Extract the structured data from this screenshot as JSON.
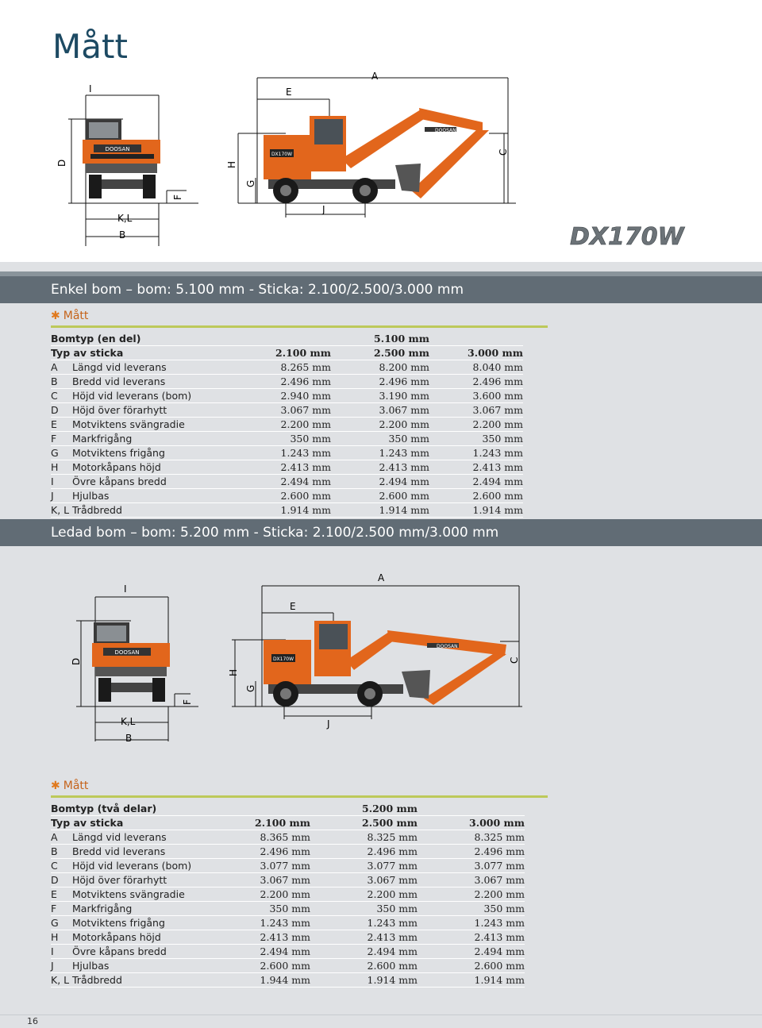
{
  "page_title": "Mått",
  "page_number": "16",
  "logo_text": "DX170W",
  "machine_brand": "DOOSAN",
  "machine_model": "DX170W",
  "diagram_labels": [
    "A",
    "B",
    "C",
    "D",
    "E",
    "F",
    "G",
    "H",
    "I",
    "J",
    "K,L"
  ],
  "section1": {
    "band_title": "Enkel bom – bom: 5.100 mm - Sticka: 2.100/2.500/3.000 mm",
    "subhead": "Mått",
    "boom_label": "Bomtyp (en del)",
    "boom_value": "5.100 mm",
    "arm_label": "Typ av sticka",
    "arm_values": [
      "2.100 mm",
      "2.500 mm",
      "3.000 mm"
    ],
    "rows": [
      {
        "letter": "A",
        "name": "Längd vid leverans",
        "values": [
          "8.265 mm",
          "8.200 mm",
          "8.040 mm"
        ]
      },
      {
        "letter": "B",
        "name": "Bredd vid leverans",
        "values": [
          "2.496 mm",
          "2.496 mm",
          "2.496 mm"
        ]
      },
      {
        "letter": "C",
        "name": "Höjd vid leverans (bom)",
        "values": [
          "2.940 mm",
          "3.190 mm",
          "3.600 mm"
        ]
      },
      {
        "letter": "D",
        "name": "Höjd över förarhytt",
        "values": [
          "3.067 mm",
          "3.067 mm",
          "3.067 mm"
        ]
      },
      {
        "letter": "E",
        "name": "Motviktens svängradie",
        "values": [
          "2.200 mm",
          "2.200 mm",
          "2.200 mm"
        ]
      },
      {
        "letter": "F",
        "name": "Markfrigång",
        "values": [
          "350 mm",
          "350 mm",
          "350 mm"
        ]
      },
      {
        "letter": "G",
        "name": "Motviktens frigång",
        "values": [
          "1.243 mm",
          "1.243 mm",
          "1.243 mm"
        ]
      },
      {
        "letter": "H",
        "name": "Motorkåpans höjd",
        "values": [
          "2.413 mm",
          "2.413 mm",
          "2.413 mm"
        ]
      },
      {
        "letter": "I",
        "name": "Övre kåpans bredd",
        "values": [
          "2.494 mm",
          "2.494 mm",
          "2.494 mm"
        ]
      },
      {
        "letter": "J",
        "name": "Hjulbas",
        "values": [
          "2.600 mm",
          "2.600 mm",
          "2.600 mm"
        ]
      },
      {
        "letter": "K, L",
        "name": "Trådbredd",
        "values": [
          "1.914 mm",
          "1.914 mm",
          "1.914 mm"
        ]
      }
    ]
  },
  "section2": {
    "band_title": "Ledad bom – bom: 5.200 mm - Sticka: 2.100/2.500 mm/3.000 mm",
    "subhead": "Mått",
    "boom_label": "Bomtyp (två delar)",
    "boom_value": "5.200 mm",
    "arm_label": "Typ av sticka",
    "arm_values": [
      "2.100 mm",
      "2.500 mm",
      "3.000 mm"
    ],
    "rows": [
      {
        "letter": "A",
        "name": "Längd vid leverans",
        "values": [
          "8.365 mm",
          "8.325 mm",
          "8.325 mm"
        ]
      },
      {
        "letter": "B",
        "name": "Bredd vid leverans",
        "values": [
          "2.496 mm",
          "2.496 mm",
          "2.496 mm"
        ]
      },
      {
        "letter": "C",
        "name": "Höjd vid leverans (bom)",
        "values": [
          "3.077 mm",
          "3.077 mm",
          "3.077 mm"
        ]
      },
      {
        "letter": "D",
        "name": "Höjd över förarhytt",
        "values": [
          "3.067 mm",
          "3.067 mm",
          "3.067 mm"
        ]
      },
      {
        "letter": "E",
        "name": "Motviktens svängradie",
        "values": [
          "2.200 mm",
          "2.200 mm",
          "2.200 mm"
        ]
      },
      {
        "letter": "F",
        "name": "Markfrigång",
        "values": [
          "350 mm",
          "350 mm",
          "350 mm"
        ]
      },
      {
        "letter": "G",
        "name": "Motviktens frigång",
        "values": [
          "1.243 mm",
          "1.243 mm",
          "1.243 mm"
        ]
      },
      {
        "letter": "H",
        "name": "Motorkåpans höjd",
        "values": [
          "2.413 mm",
          "2.413 mm",
          "2.413 mm"
        ]
      },
      {
        "letter": "I",
        "name": "Övre kåpans bredd",
        "values": [
          "2.494 mm",
          "2.494 mm",
          "2.494 mm"
        ]
      },
      {
        "letter": "J",
        "name": "Hjulbas",
        "values": [
          "2.600 mm",
          "2.600 mm",
          "2.600 mm"
        ]
      },
      {
        "letter": "K, L",
        "name": "Trådbredd",
        "values": [
          "1.944 mm",
          "1.914 mm",
          "1.914 mm"
        ]
      }
    ]
  },
  "colors": {
    "title": "#1d4a63",
    "band": "#616c75",
    "accent_orange": "#e07a1f",
    "machine_orange": "#e2661c",
    "rule_green": "#bdc95a",
    "background_gray": "#dfe1e4"
  }
}
